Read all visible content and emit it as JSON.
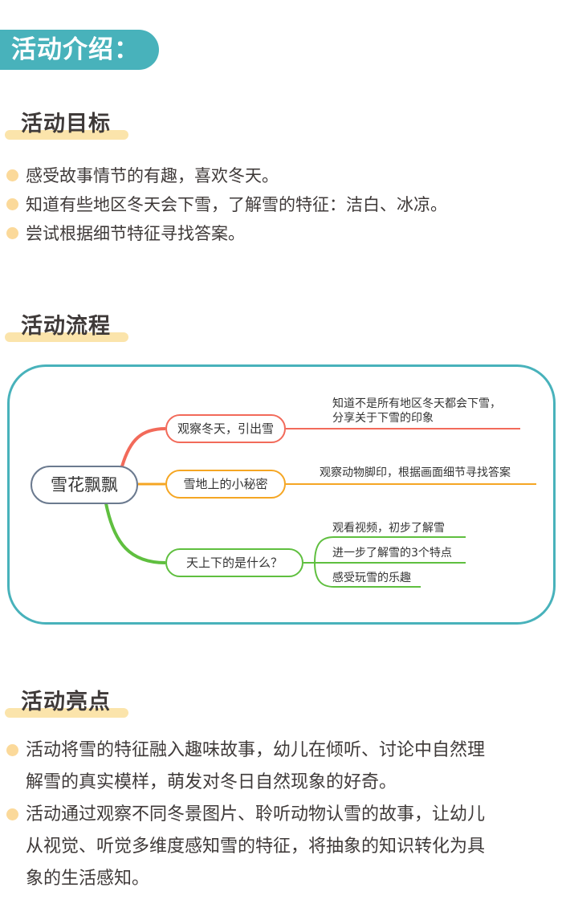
{
  "header": {
    "title": "活动介绍："
  },
  "goals": {
    "heading": "活动目标",
    "items": [
      "感受故事情节的有趣，喜欢冬天。",
      "知道有些地区冬天会下雪，了解雪的特征：洁白、冰凉。",
      "尝试根据细节特征寻找答案。"
    ]
  },
  "process": {
    "heading": "活动流程",
    "mindmap": {
      "root": "雪花飘飘",
      "branches": [
        {
          "label": "观察冬天，引出雪",
          "color": "#f26a5a",
          "leaves": [
            "知道不是所有地区冬天都会下雪，",
            "分享关于下雪的印象"
          ]
        },
        {
          "label": "雪地上的小秘密",
          "color": "#f5a623",
          "leaves": [
            "观察动物脚印，根据画面细节寻找答案"
          ]
        },
        {
          "label": "天上下的是什么？",
          "color": "#5fbf3f",
          "leaves": [
            "观看视频，初步了解雪",
            "进一步了解雪的3个特点",
            "感受玩雪的乐趣"
          ]
        }
      ]
    }
  },
  "highlights": {
    "heading": "活动亮点",
    "items": [
      {
        "lines": [
          "活动将雪的特征融入趣味故事，幼儿在倾听、讨论中自然理",
          "解雪的真实模样，萌发对冬日自然现象的好奇。"
        ]
      },
      {
        "lines": [
          "活动通过观察不同冬景图片、聆听动物认雪的故事，让幼儿",
          "从视觉、听觉多维度感知雪的特征，将抽象的知识转化为具",
          "象的生活感知。"
        ]
      }
    ]
  },
  "colors": {
    "accent": "#48b2bb",
    "highlight": "#fbe4ab",
    "bullet": "#fbd99a",
    "text": "#3f3a39"
  }
}
